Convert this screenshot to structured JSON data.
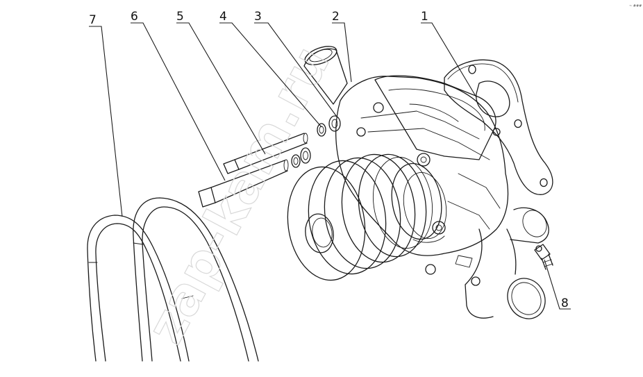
{
  "labels": {
    "part_1": "1",
    "part_2": "2",
    "part_3": "3",
    "part_4": "4",
    "part_5": "5",
    "part_6": "6",
    "part_7": "7",
    "part_8": "8"
  },
  "watermark": "zap-kam.ru",
  "corner_mark": "~ ###",
  "colors": {
    "line": "#1a1a1a",
    "watermark": "#d8d8d8",
    "background": "#ffffff"
  }
}
